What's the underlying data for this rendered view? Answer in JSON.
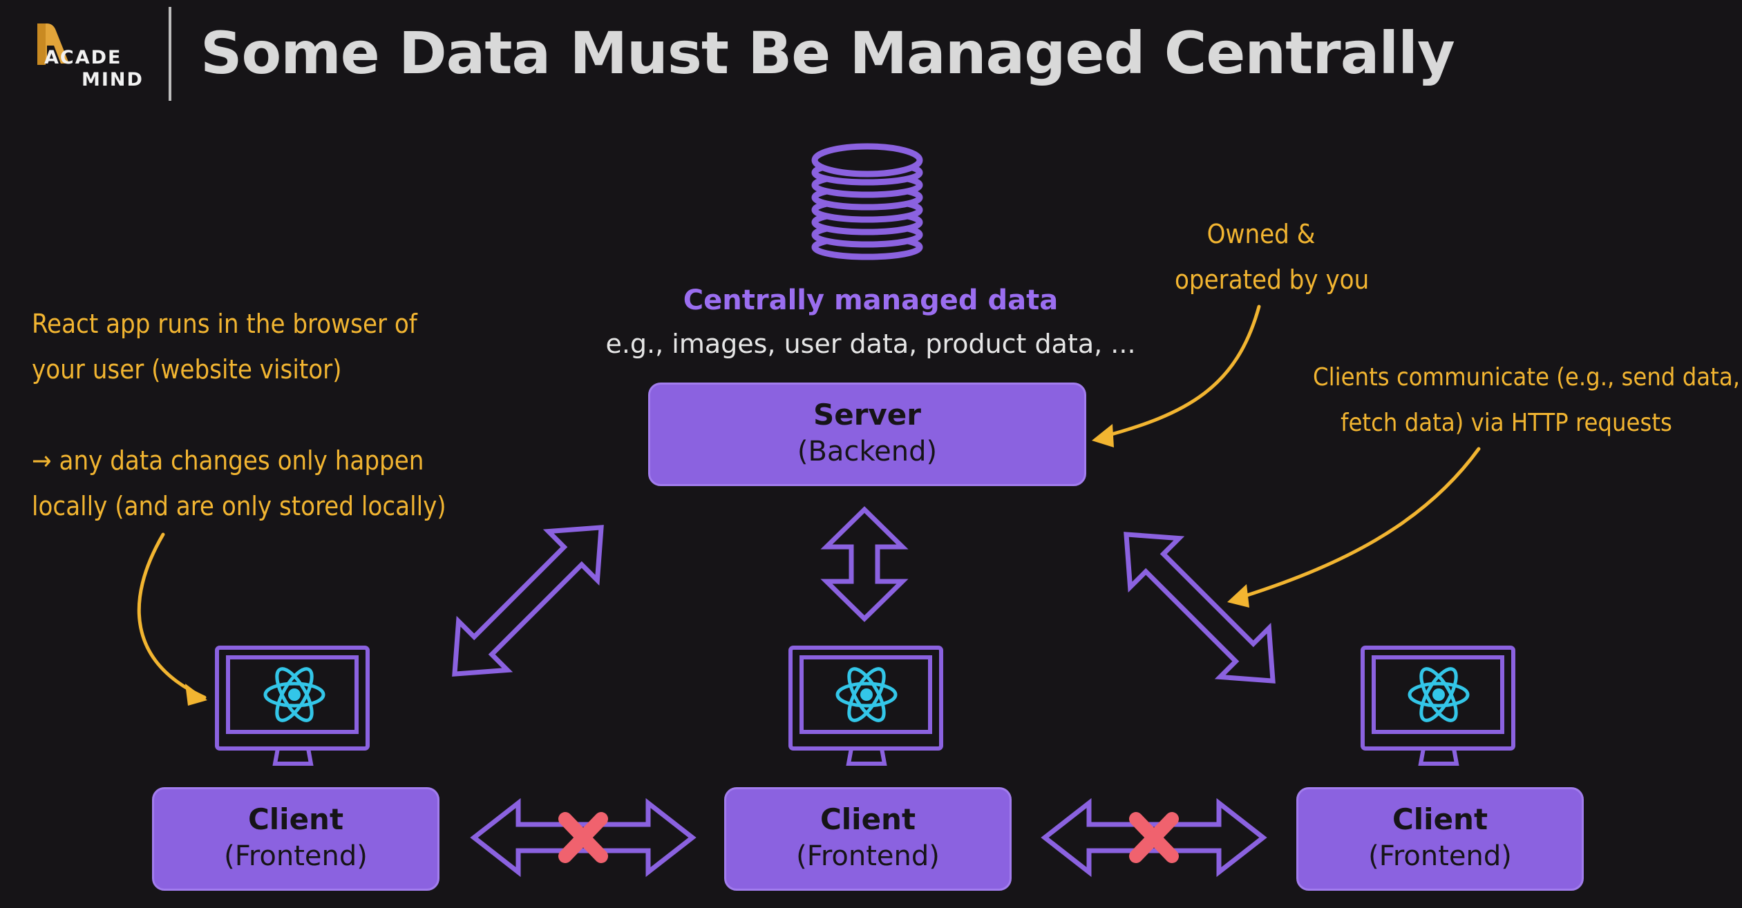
{
  "header": {
    "logo_line1": "ACADE",
    "logo_line2": "MIND",
    "title": "Some Data Must Be Managed Centrally"
  },
  "database": {
    "icon": "database-icon",
    "title": "Centrally managed data",
    "subtitle": "e.g., images, user data, product data, ..."
  },
  "server": {
    "title": "Server",
    "subtitle": "(Backend)"
  },
  "clients": [
    {
      "title": "Client",
      "subtitle": "(Frontend)"
    },
    {
      "title": "Client",
      "subtitle": "(Frontend)"
    },
    {
      "title": "Client",
      "subtitle": "(Frontend)"
    }
  ],
  "notes": {
    "browser_line1": "React app runs in the browser of",
    "browser_line2": "your user (website visitor)",
    "local_line1": "→ any data changes only happen",
    "local_line2": "locally (and are only stored locally)",
    "owned_line1": "Owned &",
    "owned_line2": "operated by you",
    "http_line1": "Clients communicate (e.g., send data,",
    "http_line2": "fetch data) via HTTP requests"
  },
  "colors": {
    "background": "#161417",
    "accent": "#8b62e0",
    "annotation": "#f2b531",
    "react": "#33c6e8",
    "cross": "#f0626e"
  }
}
